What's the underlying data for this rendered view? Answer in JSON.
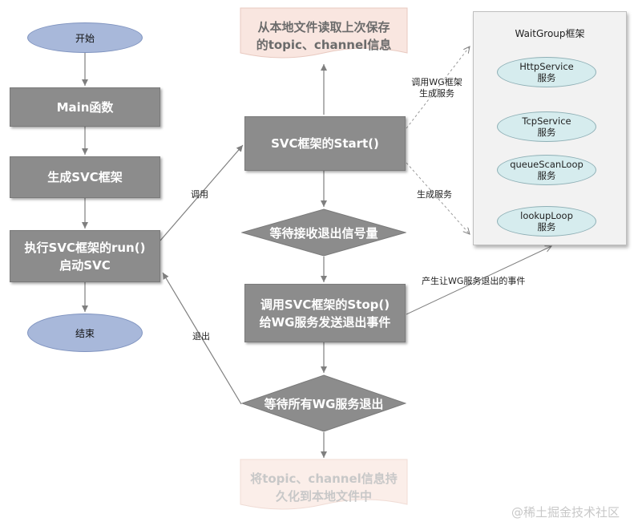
{
  "nodes": {
    "start": "开始",
    "main": "Main函数",
    "gen_svc": "生成SVC框架",
    "run_line1": "执行SVC框架的run()",
    "run_line2": "启动SVC",
    "end": "结束",
    "read_line1": "从本地文件读取上次保存",
    "read_line2": "的topic、channel信息",
    "svc_start": "SVC框架的Start()",
    "wait_signal": "等待接收退出信号量",
    "stop_line1": "调用SVC框架的Stop()",
    "stop_line2": "给WG服务发送退出事件",
    "wait_all": "等待所有WG服务退出",
    "persist_line1": "将topic、channel信息持",
    "persist_line2": "久化到本地文件中"
  },
  "panel": {
    "title": "WaitGroup框架",
    "services": [
      {
        "name": "HttpService",
        "sub": "服务"
      },
      {
        "name": "TcpService",
        "sub": "服务"
      },
      {
        "name": "queueScanLoop",
        "sub": "服务"
      },
      {
        "name": "lookupLoop",
        "sub": "服务"
      }
    ]
  },
  "labels": {
    "call": "调用",
    "exit": "退出",
    "call_wg_line1": "调用WG框架",
    "call_wg_line2": "生成服务",
    "gen_service": "生成服务",
    "exit_event": "产生让WG服务退出的事件"
  },
  "watermark": "@稀土掘金技术社区"
}
